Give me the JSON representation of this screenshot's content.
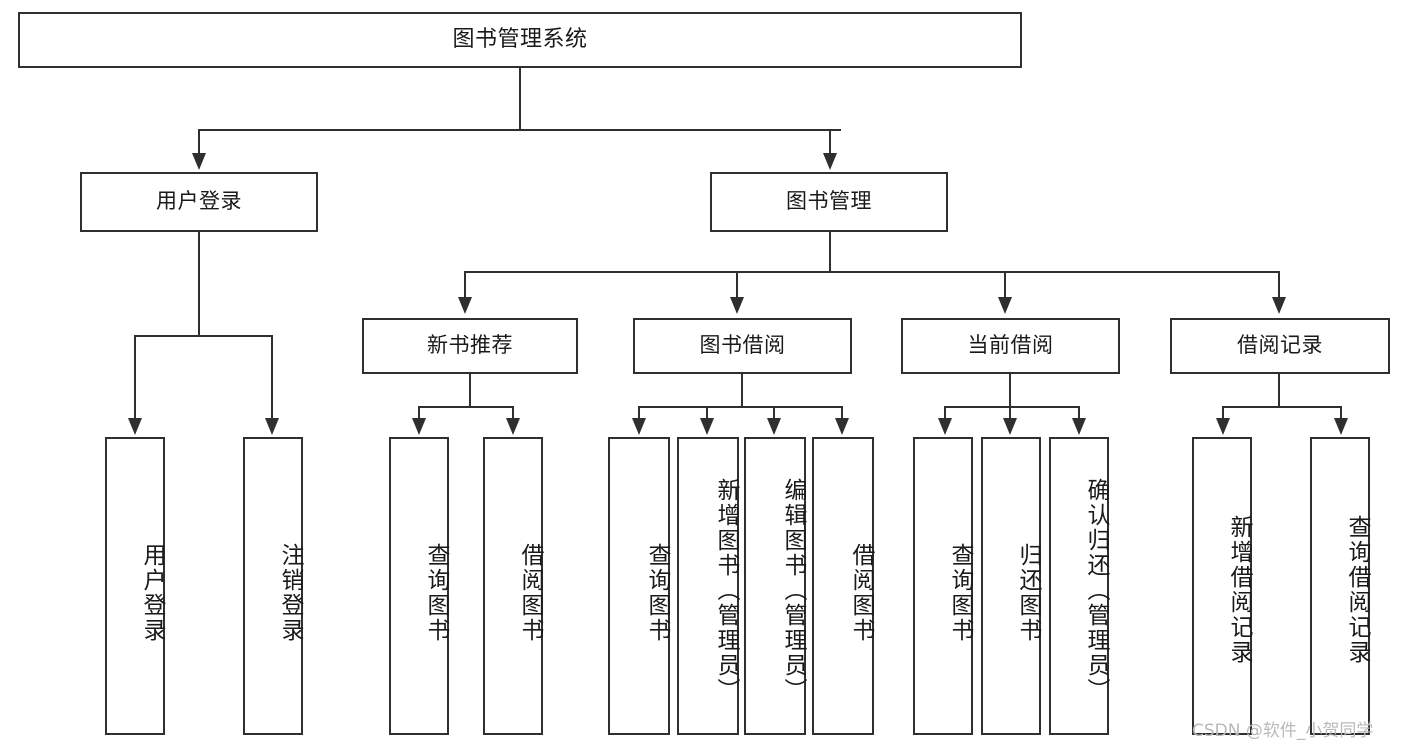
{
  "diagram": {
    "title": "图书管理系统",
    "type": "tree",
    "root": {
      "label": "图书管理系统"
    },
    "level1": [
      {
        "id": "user-login",
        "label": "用户登录"
      },
      {
        "id": "book-manage",
        "label": "图书管理"
      }
    ],
    "level2": [
      {
        "id": "new-book-recommend",
        "label": "新书推荐",
        "parent": "book-manage"
      },
      {
        "id": "book-borrow",
        "label": "图书借阅",
        "parent": "book-manage"
      },
      {
        "id": "current-borrow",
        "label": "当前借阅",
        "parent": "book-manage"
      },
      {
        "id": "borrow-record",
        "label": "借阅记录",
        "parent": "book-manage"
      }
    ],
    "leaves": [
      {
        "id": "leaf-user-login",
        "label": "用户登录",
        "parent": "user-login"
      },
      {
        "id": "leaf-user-logout",
        "label": "注销登录",
        "parent": "user-login"
      },
      {
        "id": "leaf-query-book-new",
        "label": "查询图书",
        "parent": "new-book-recommend"
      },
      {
        "id": "leaf-borrow-book-new",
        "label": "借阅图书",
        "parent": "new-book-recommend"
      },
      {
        "id": "leaf-query-book-borrow",
        "label": "查询图书",
        "parent": "book-borrow"
      },
      {
        "id": "leaf-add-book",
        "label": "新增图书（管理员）",
        "parent": "book-borrow"
      },
      {
        "id": "leaf-edit-book",
        "label": "编辑图书（管理员）",
        "parent": "book-borrow"
      },
      {
        "id": "leaf-borrow-book",
        "label": "借阅图书",
        "parent": "book-borrow"
      },
      {
        "id": "leaf-query-book-current",
        "label": "查询图书",
        "parent": "current-borrow"
      },
      {
        "id": "leaf-return-book",
        "label": "归还图书",
        "parent": "current-borrow"
      },
      {
        "id": "leaf-confirm-return",
        "label": "确认归还（管理员）",
        "parent": "current-borrow"
      },
      {
        "id": "leaf-add-record",
        "label": "新增借阅记录",
        "parent": "borrow-record"
      },
      {
        "id": "leaf-query-record",
        "label": "查询借阅记录",
        "parent": "borrow-record"
      }
    ]
  },
  "watermark": {
    "text": "CSDN @软件_小贺同学"
  },
  "colors": {
    "line": "#2f2f2f",
    "box_fill": "#ffffff",
    "text": "#1a1a1a",
    "watermark": "#b9b9b9"
  }
}
